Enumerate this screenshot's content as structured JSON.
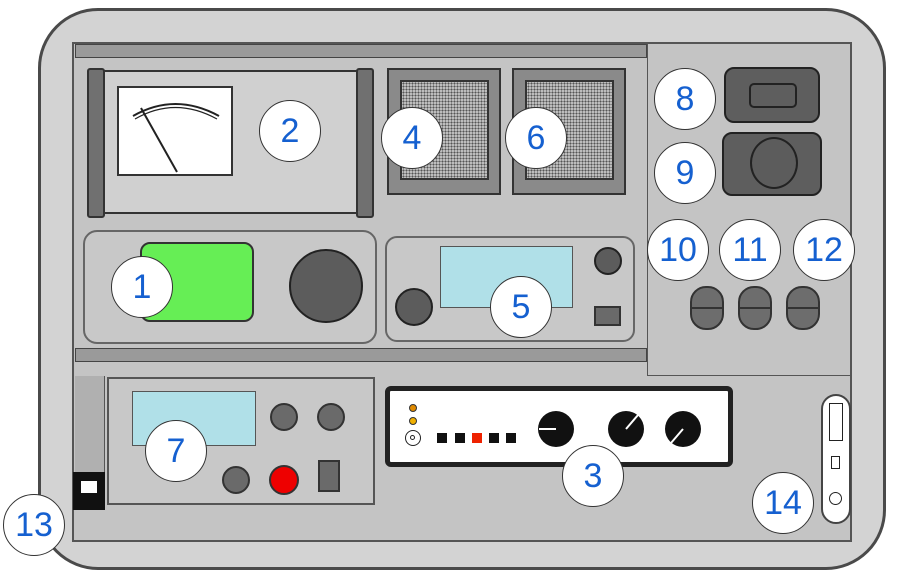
{
  "callouts": [
    {
      "id": "1",
      "label": "1"
    },
    {
      "id": "2",
      "label": "2"
    },
    {
      "id": "3",
      "label": "3"
    },
    {
      "id": "4",
      "label": "4"
    },
    {
      "id": "5",
      "label": "5"
    },
    {
      "id": "6",
      "label": "6"
    },
    {
      "id": "7",
      "label": "7"
    },
    {
      "id": "8",
      "label": "8"
    },
    {
      "id": "9",
      "label": "9"
    },
    {
      "id": "10",
      "label": "10"
    },
    {
      "id": "11",
      "label": "11"
    },
    {
      "id": "12",
      "label": "12"
    },
    {
      "id": "13",
      "label": "13"
    },
    {
      "id": "14",
      "label": "14"
    }
  ],
  "colors": {
    "callout_text": "#1560d0",
    "green_screen": "#66ee55",
    "blue_screen": "#b0e0e8",
    "red_button": "#ee0000",
    "led_orange": "#e08a00",
    "led_yellow": "#f0b000",
    "active_segment": "#ee2200"
  },
  "icons": [
    "analog-meter-icon",
    "speaker-grille-icon",
    "rj45-port-icon",
    "usb-port-icon"
  ]
}
